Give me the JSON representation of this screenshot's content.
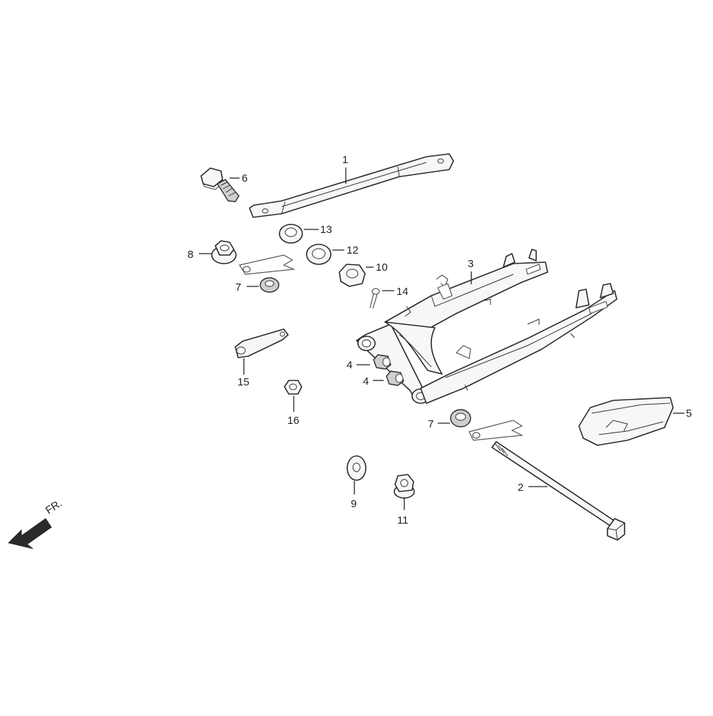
{
  "direction_label": "FR.",
  "callouts": {
    "c1": "1",
    "c2": "2",
    "c3": "3",
    "c4a": "4",
    "c4b": "4",
    "c5": "5",
    "c6": "6",
    "c7a": "7",
    "c7b": "7",
    "c8": "8",
    "c9": "9",
    "c10": "10",
    "c11": "11",
    "c12": "12",
    "c13": "13",
    "c14": "14",
    "c15": "15",
    "c16": "16"
  }
}
